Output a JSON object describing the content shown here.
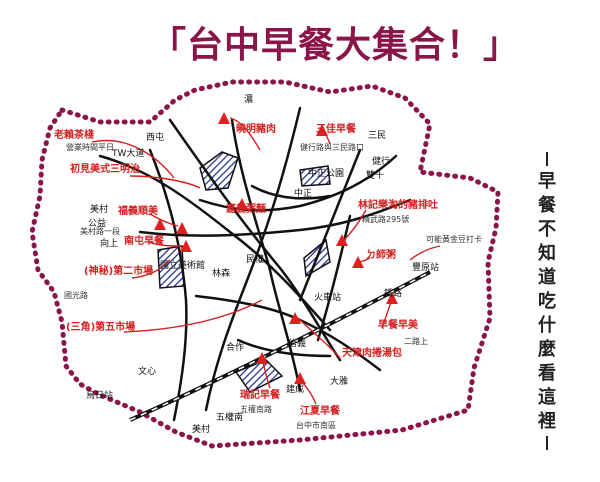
{
  "title": "「台中早餐大集合！」",
  "side_caption": [
    "早",
    "餐",
    "不",
    "知",
    "道",
    "吃",
    "什",
    "麼",
    "看",
    "這",
    "裡"
  ],
  "colors": {
    "title": "#8a1548",
    "border": "#8a1548",
    "marker": "#e02020",
    "label_red": "#d42020",
    "ink": "#111111",
    "shade": "#1e2f8c"
  },
  "places": [
    {
      "label": "老賴茶棧",
      "color": "red"
    },
    {
      "label": "初見美式三明治",
      "color": "red"
    },
    {
      "label": "(神秘)第二市場",
      "color": "red"
    },
    {
      "label": "(三角)第五市場",
      "color": "red"
    },
    {
      "label": "曉明豬肉",
      "color": "red"
    },
    {
      "label": "三佳早餐",
      "color": "red"
    },
    {
      "label": "嘉義粥麵",
      "color": "red"
    },
    {
      "label": "林記樂淘的豬排吐",
      "color": "red"
    },
    {
      "label": "ㄉ師粥",
      "color": "red"
    },
    {
      "label": "福義順美",
      "color": "red"
    },
    {
      "label": "南屯早餐",
      "color": "red"
    },
    {
      "label": "天津肉捲湯包",
      "color": "red"
    },
    {
      "label": "早餐早美",
      "color": "red"
    },
    {
      "label": "瑞記早餐",
      "color": "red"
    },
    {
      "label": "江夏早餐",
      "color": "red"
    }
  ],
  "roads": [
    {
      "label": "濃"
    },
    {
      "label": "西屯"
    },
    {
      "label": "TW大道"
    },
    {
      "label": "三民"
    },
    {
      "label": "健行"
    },
    {
      "label": "雙十"
    },
    {
      "label": "中正公園"
    },
    {
      "label": "中正"
    },
    {
      "label": "美村"
    },
    {
      "label": "公益"
    },
    {
      "label": "向上"
    },
    {
      "label": "國立美術館"
    },
    {
      "label": "林森"
    },
    {
      "label": "民權"
    },
    {
      "label": "火車站"
    },
    {
      "label": "豐原站"
    },
    {
      "label": "鐵路"
    },
    {
      "label": "合作"
    },
    {
      "label": "信義"
    },
    {
      "label": "建成"
    },
    {
      "label": "大雅"
    },
    {
      "label": "五權南"
    },
    {
      "label": "美村"
    },
    {
      "label": "烏日站"
    },
    {
      "label": "文心"
    }
  ],
  "notes": [
    {
      "text": "健行路與三民路口"
    },
    {
      "text": "營業時間平日"
    },
    {
      "text": "美村路一段"
    },
    {
      "text": "精武路295號"
    },
    {
      "text": "可能黃金豆打卡"
    },
    {
      "text": "國光路"
    },
    {
      "text": "二路上"
    },
    {
      "text": "五權南路"
    },
    {
      "text": "台中市南區"
    }
  ]
}
